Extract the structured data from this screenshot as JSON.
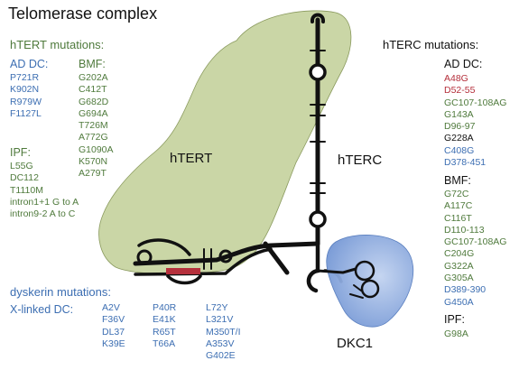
{
  "title": "Telomerase complex",
  "colors": {
    "green": "#4f7a3c",
    "blue": "#3c6eb2",
    "red": "#b5303c",
    "black": "#111111",
    "htert_fill": "#c4d19c",
    "dkc1_fill": "#7d9fd8"
  },
  "htert": {
    "header": "hTERT mutations:",
    "ad_dc": {
      "label": "AD DC:",
      "items": [
        "P721R",
        "K902N",
        "R979W",
        "F1127L"
      ]
    },
    "bmf": {
      "label": "BMF:",
      "items": [
        "G202A",
        "C412T",
        "G682D",
        "G694A",
        "T726M",
        "A772G",
        "G1090A",
        "K570N",
        "A279T"
      ]
    },
    "ipf": {
      "label": "IPF:",
      "items": [
        "L55G",
        "DC112",
        "T1110M",
        "intron1+1 G to A",
        "intron9-2 A to C"
      ]
    }
  },
  "dyskerin": {
    "header": "dyskerin mutations:",
    "xlinked": {
      "label": "X-linked DC:",
      "col1": [
        "A2V",
        "F36V",
        "DL37",
        "K39E"
      ],
      "col2": [
        "P40R",
        "E41K",
        "R65T",
        "T66A"
      ],
      "col3": [
        "L72Y",
        "L321V",
        "M350T/I",
        "A353V",
        "G402E"
      ]
    }
  },
  "hterc": {
    "header": "hTERC mutations:",
    "ad_dc": {
      "label": "AD DC:",
      "items": [
        {
          "text": "A48G",
          "color": "red"
        },
        {
          "text": "D52-55",
          "color": "red"
        },
        {
          "text": "GC107-108AG",
          "color": "green"
        },
        {
          "text": "G143A",
          "color": "green"
        },
        {
          "text": "D96-97",
          "color": "green"
        },
        {
          "text": "G228A",
          "color": "black"
        },
        {
          "text": "C408G",
          "color": "blue"
        },
        {
          "text": "D378-451",
          "color": "blue"
        }
      ]
    },
    "bmf": {
      "label": "BMF:",
      "items": [
        {
          "text": "G72C",
          "color": "green"
        },
        {
          "text": "A117C",
          "color": "green"
        },
        {
          "text": "C116T",
          "color": "green"
        },
        {
          "text": "D110-113",
          "color": "green"
        },
        {
          "text": "GC107-108AG",
          "color": "green"
        },
        {
          "text": "C204G",
          "color": "green"
        },
        {
          "text": "G322A",
          "color": "green"
        },
        {
          "text": "G305A",
          "color": "green"
        },
        {
          "text": "D389-390",
          "color": "blue"
        },
        {
          "text": "G450A",
          "color": "blue"
        }
      ]
    },
    "ipf": {
      "label": "IPF:",
      "items": [
        {
          "text": "G98A",
          "color": "green"
        }
      ]
    }
  },
  "labels": {
    "htert": "hTERT",
    "hterc": "hTERC",
    "dkc1": "DKC1"
  }
}
